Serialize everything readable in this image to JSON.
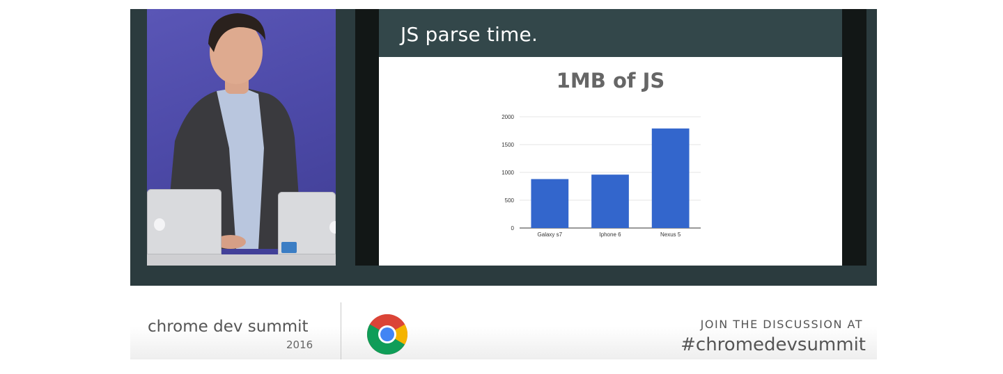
{
  "slide": {
    "heading": "JS parse time."
  },
  "chart_data": {
    "type": "bar",
    "title": "1MB of JS",
    "categories": [
      "Galaxy s7",
      "Iphone 6",
      "Nexus 5"
    ],
    "values": [
      880,
      960,
      1790
    ],
    "ylim": [
      0,
      2000
    ],
    "yticks": [
      0,
      500,
      1000,
      1500,
      2000
    ],
    "xlabel": "",
    "ylabel": "",
    "grid": true,
    "legend": "none",
    "bar_color": "#3366cc"
  },
  "branding": {
    "event_name": "chrome dev summit",
    "year": "2016",
    "join_label": "JOIN THE DISCUSSION AT",
    "hashtag": "#chromedevsummit",
    "logo_icon": "chrome-logo-icon"
  },
  "colors": {
    "stage": "#2b3b3e",
    "slide_header": "#33474a",
    "bar": "#3366cc",
    "text_gray": "#555555"
  }
}
